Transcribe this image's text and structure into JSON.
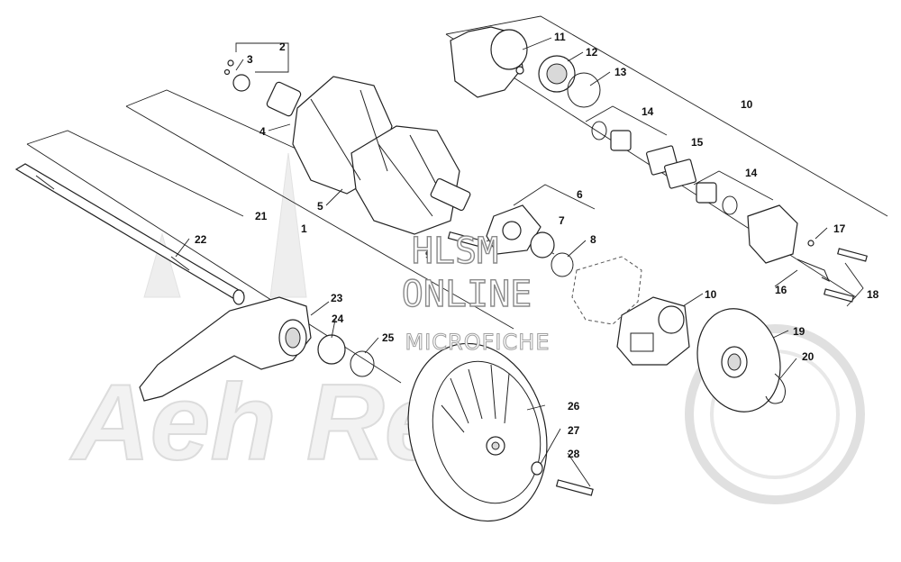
{
  "watermark": {
    "line1": "HLSM",
    "line2": "ONLINE",
    "line3": "MICROFICHE",
    "brand_text": "Aeh Ren"
  },
  "callouts": [
    "1",
    "2",
    "3",
    "4",
    "5",
    "6",
    "7",
    "8",
    "9",
    "10",
    "10",
    "11",
    "12",
    "13",
    "14",
    "14",
    "15",
    "16",
    "17",
    "18",
    "19",
    "20",
    "21",
    "22",
    "23",
    "24",
    "25",
    "26",
    "27",
    "28"
  ],
  "colors": {
    "ink": "#222222",
    "watermark_gray": "#dcdcdc",
    "background": "#ffffff"
  }
}
